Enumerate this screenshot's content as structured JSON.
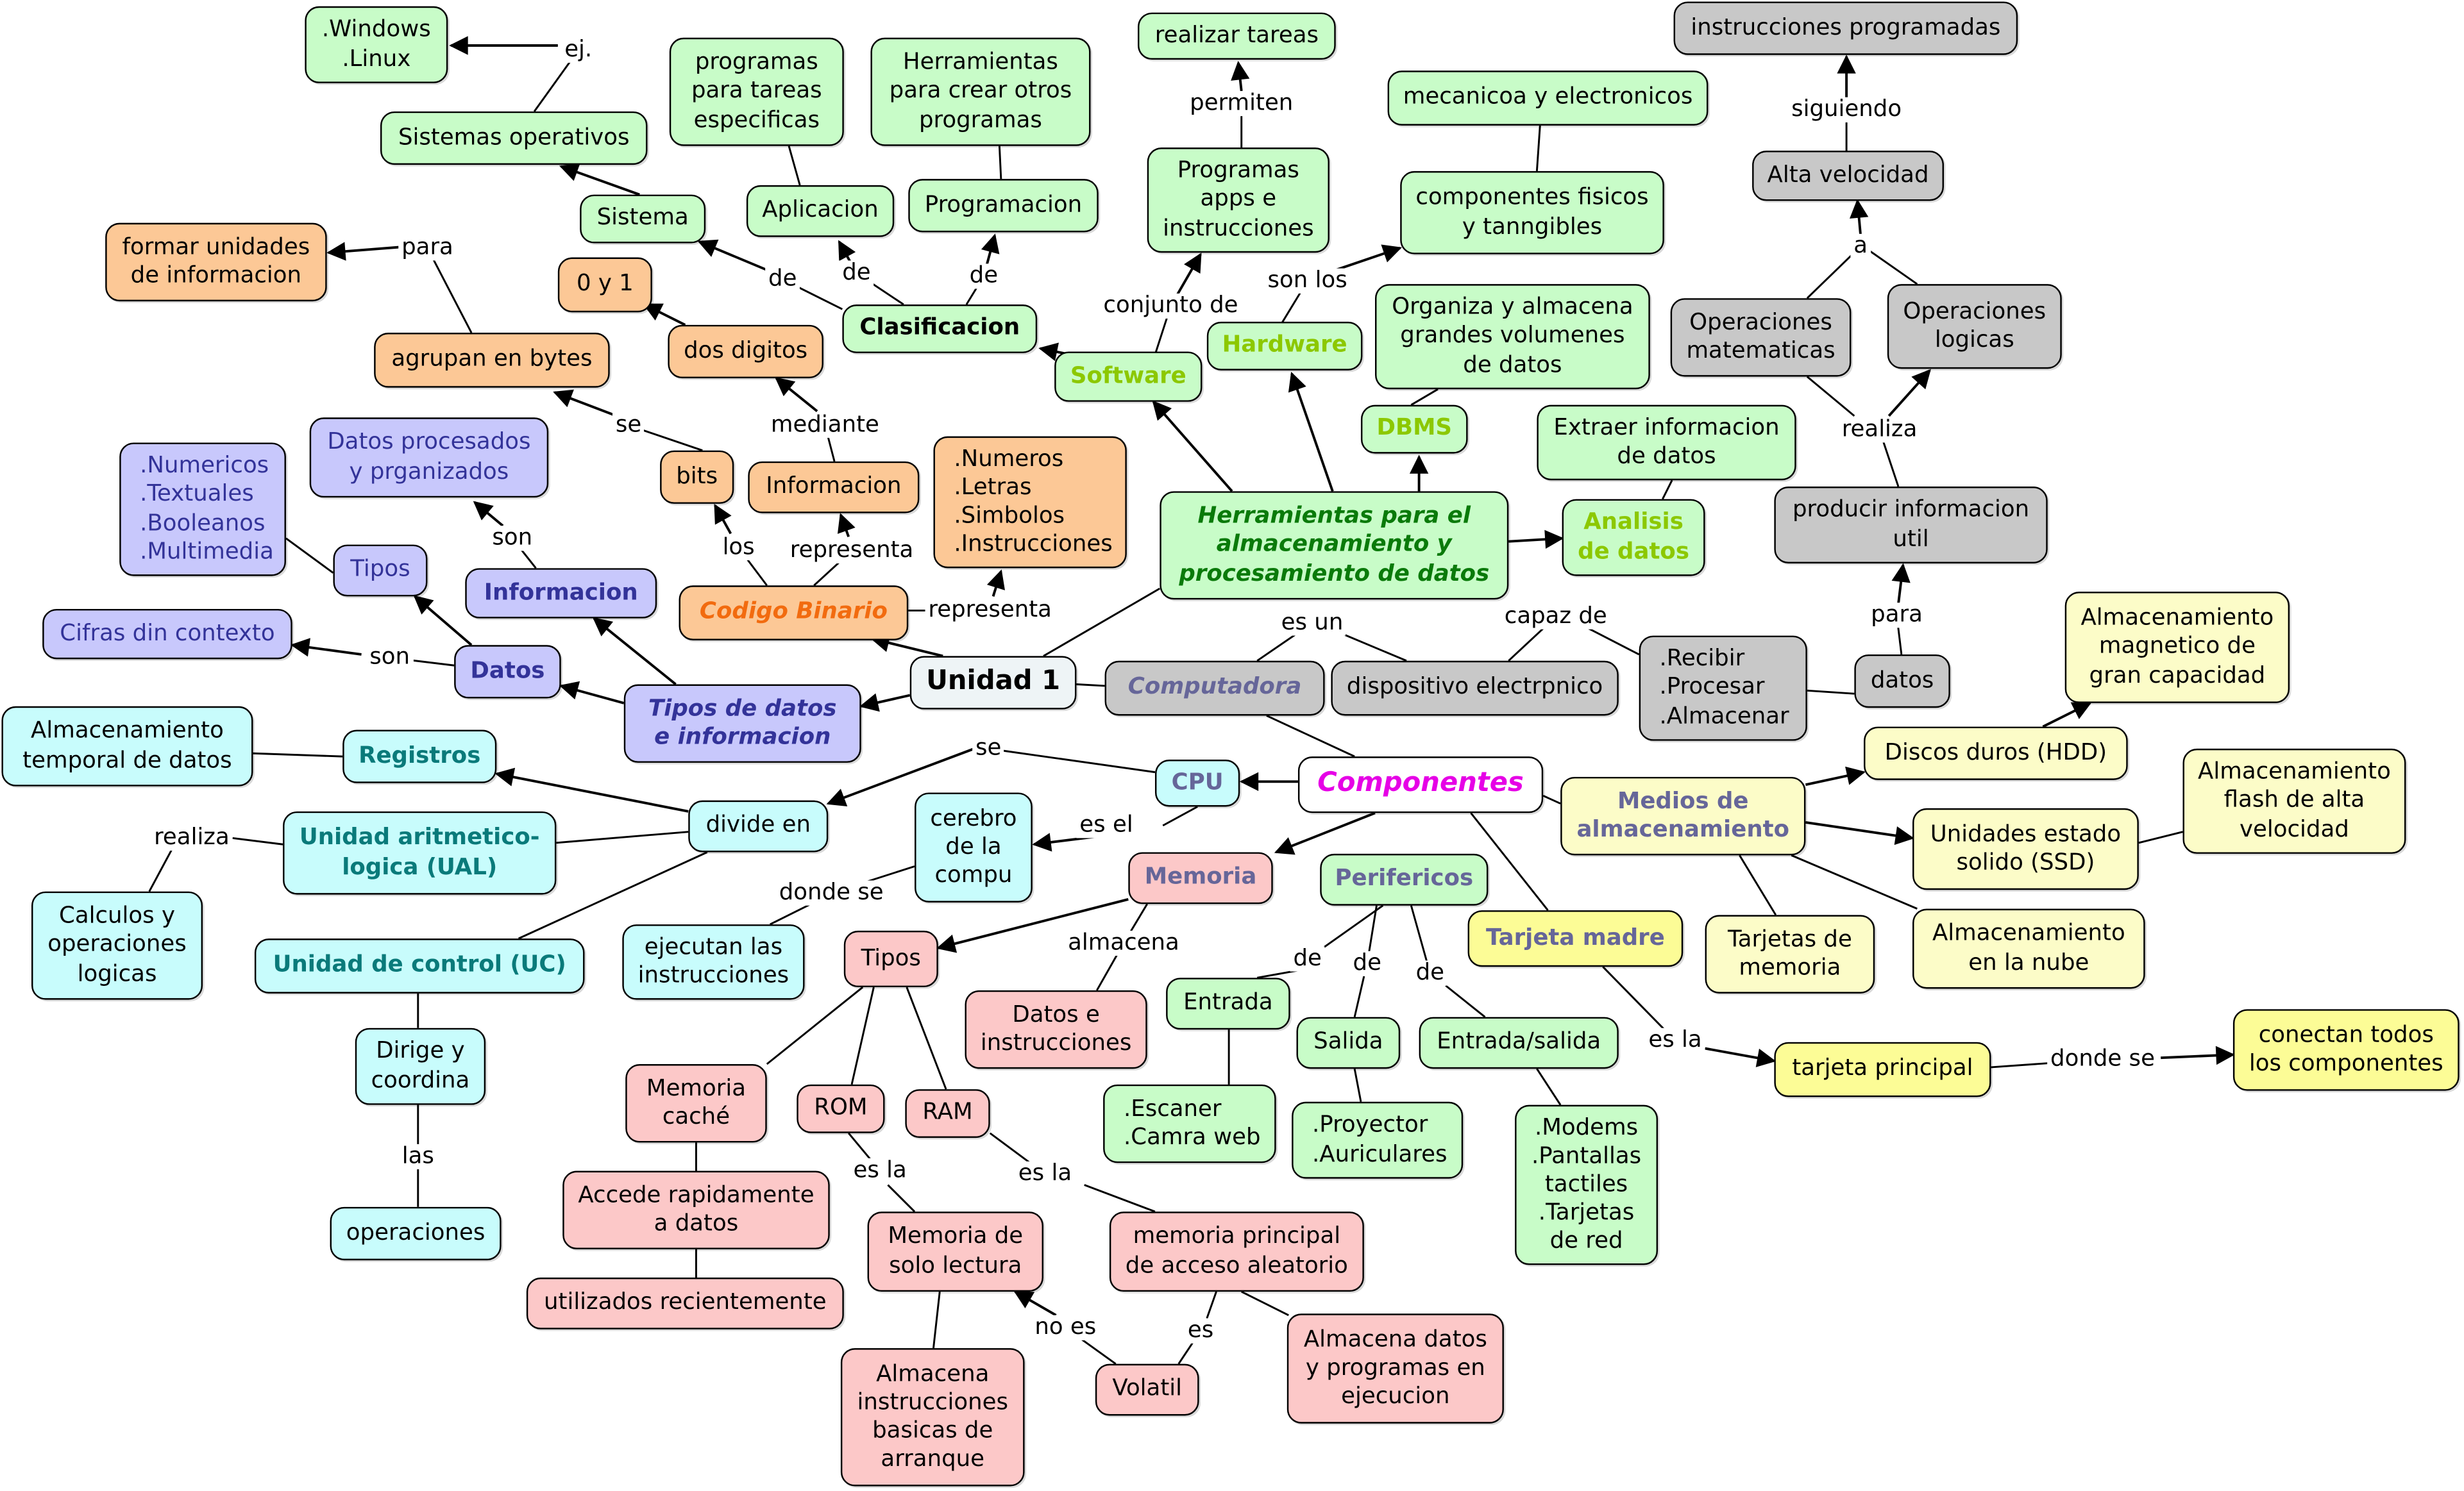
{
  "title": "Unidad 1 - mapa conceptual",
  "colors": {
    "software_text": "#8cc800",
    "tools_text": "#0a7a0a",
    "binary_text": "#f26b0f",
    "blue_text": "#333399",
    "teal_text": "#0a7a7a",
    "components_text": "#e600e6",
    "slate_text": "#666699"
  },
  "nodes": {
    "unidad1": "Unidad 1",
    "herramientas": "Herramientas para el\nalmacenamiento y\nprocesamiento de datos",
    "software": "Software",
    "hardware": "Hardware",
    "dbms": "DBMS",
    "analisis": "Analisis\nde datos",
    "clasificacion": "Clasificacion",
    "sistema": "Sistema",
    "aplicacion": "Aplicacion",
    "programacion": "Programacion",
    "sistemas_operativos": "Sistemas operativos",
    "windows_linux": ".Windows\n.Linux",
    "prog_tareas": "programas\npara tareas\nespecificas",
    "herr_crear": "Herramientas\npara crear otros\nprogramas",
    "programas_apps": "Programas\napps e\ninstrucciones",
    "realizar_tareas": "realizar tareas",
    "comp_fisicos": "componentes fisicos\ny tanngibles",
    "mecanicoa": "mecanicoa y electronicos",
    "organiza": "Organiza y almacena\ngrandes volumenes\nde datos",
    "extraer": "Extraer informacion\nde datos",
    "codigo_binario": "Codigo Binario",
    "bits": "bits",
    "informacion_bin": "Informacion",
    "dos_digitos": "dos digitos",
    "cero_uno": "0 y 1",
    "agrupan": "agrupan en bytes",
    "formar": "formar unidades\nde informacion",
    "numeros": ".Numeros\n.Letras\n.Simbolos\n.Instrucciones",
    "tipos_datos": "Tipos de datos\ne informacion",
    "datos": "Datos",
    "informacion": "Informacion",
    "tipos": "Tipos",
    "tipos_lista": ".Numericos\n.Textuales\n.Booleanos\n.Multimedia",
    "datos_procesados": "Datos procesados\ny prganizados",
    "cifras": "Cifras din contexto",
    "computadora": "Computadora",
    "dispositivo": "dispositivo electrpnico",
    "recibir": ".Recibir\n.Procesar\n.Almacenar",
    "datos_gray": "datos",
    "producir": "producir informacion\nutil",
    "op_mat": "Operaciones\nmatematicas",
    "op_log": "Operaciones\nlogicas",
    "alta_vel": "Alta velocidad",
    "instr_prog": "instrucciones programadas",
    "componentes": "Componentes",
    "cpu": "CPU",
    "cerebro": "cerebro\nde la\ncompu",
    "ejecutan": "ejecutan las\ninstrucciones",
    "divide_en": "divide en",
    "registros": "Registros",
    "alm_temporal": "Almacenamiento\ntemporal de datos",
    "ual": "Unidad aritmetico-\nlogica (UAL)",
    "calculos": "Calculos y\noperaciones\nlogicas",
    "uc": "Unidad de control (UC)",
    "dirige": "Dirige y\ncoordina",
    "operaciones": "operaciones",
    "memoria": "Memoria",
    "mem_tipos": "Tipos",
    "datos_instr": "Datos e\ninstrucciones",
    "cache": "Memoria\ncaché",
    "rom": "ROM",
    "ram": "RAM",
    "accede": "Accede rapidamente\na datos",
    "utilizados": "utilizados recientemente",
    "solo_lectura": "Memoria de\nsolo lectura",
    "mem_principal": "memoria principal\nde acceso aleatorio",
    "almacena_instr": "Almacena\ninstrucciones\nbasicas de\narranque",
    "volatil": "Volatil",
    "almacena_prog": "Almacena datos\ny programas en\nejecucion",
    "perifericos": "Perifericos",
    "entrada": "Entrada",
    "salida": "Salida",
    "entrada_salida": "Entrada/salida",
    "escaner": ".Escaner\n.Camra web",
    "proyector": ".Proyector\n.Auriculares",
    "modems": ".Modems\n.Pantallas\ntactiles\n.Tarjetas\nde red",
    "tarjeta_madre": "Tarjeta madre",
    "tarjeta_principal": "tarjeta principal",
    "conectan": "conectan todos\nlos componentes",
    "medios": "Medios de\nalmacenamiento",
    "hdd": "Discos duros (HDD)",
    "magnetico": "Almacenamiento\nmagnetico de\ngran capacidad",
    "ssd": "Unidades estado\nsolido (SSD)",
    "flash": "Almacenamiento\nflash de alta\nvelocidad",
    "tarjetas_mem": "Tarjetas de\nmemoria",
    "nube": "Almacenamiento\nen la nube"
  },
  "link_labels": {
    "ej": "ej.",
    "de1": "de",
    "de2": "de",
    "de3": "de",
    "permiten": "permiten",
    "conjunto_de": "conjunto de",
    "son_los": "son los",
    "para1": "para",
    "se1": "se",
    "mediante": "mediante",
    "los": "los",
    "representa1": "representa",
    "representa2": "representa",
    "son1": "son",
    "son2": "son",
    "es_un": "es un",
    "capaz_de": "capaz de",
    "para2": "para",
    "realiza1": "realiza",
    "a": "a",
    "siguiendo": "siguiendo",
    "se2": "se",
    "es_el": "es el",
    "donde_se1": "donde se",
    "realiza2": "realiza",
    "las": "las",
    "almacena": "almacena",
    "es_la1": "es la",
    "es_la2": "es la",
    "no_es": "no es",
    "es": "es",
    "de4": "de",
    "de5": "de",
    "de6": "de",
    "es_la3": "es la",
    "donde_se2": "donde se"
  }
}
